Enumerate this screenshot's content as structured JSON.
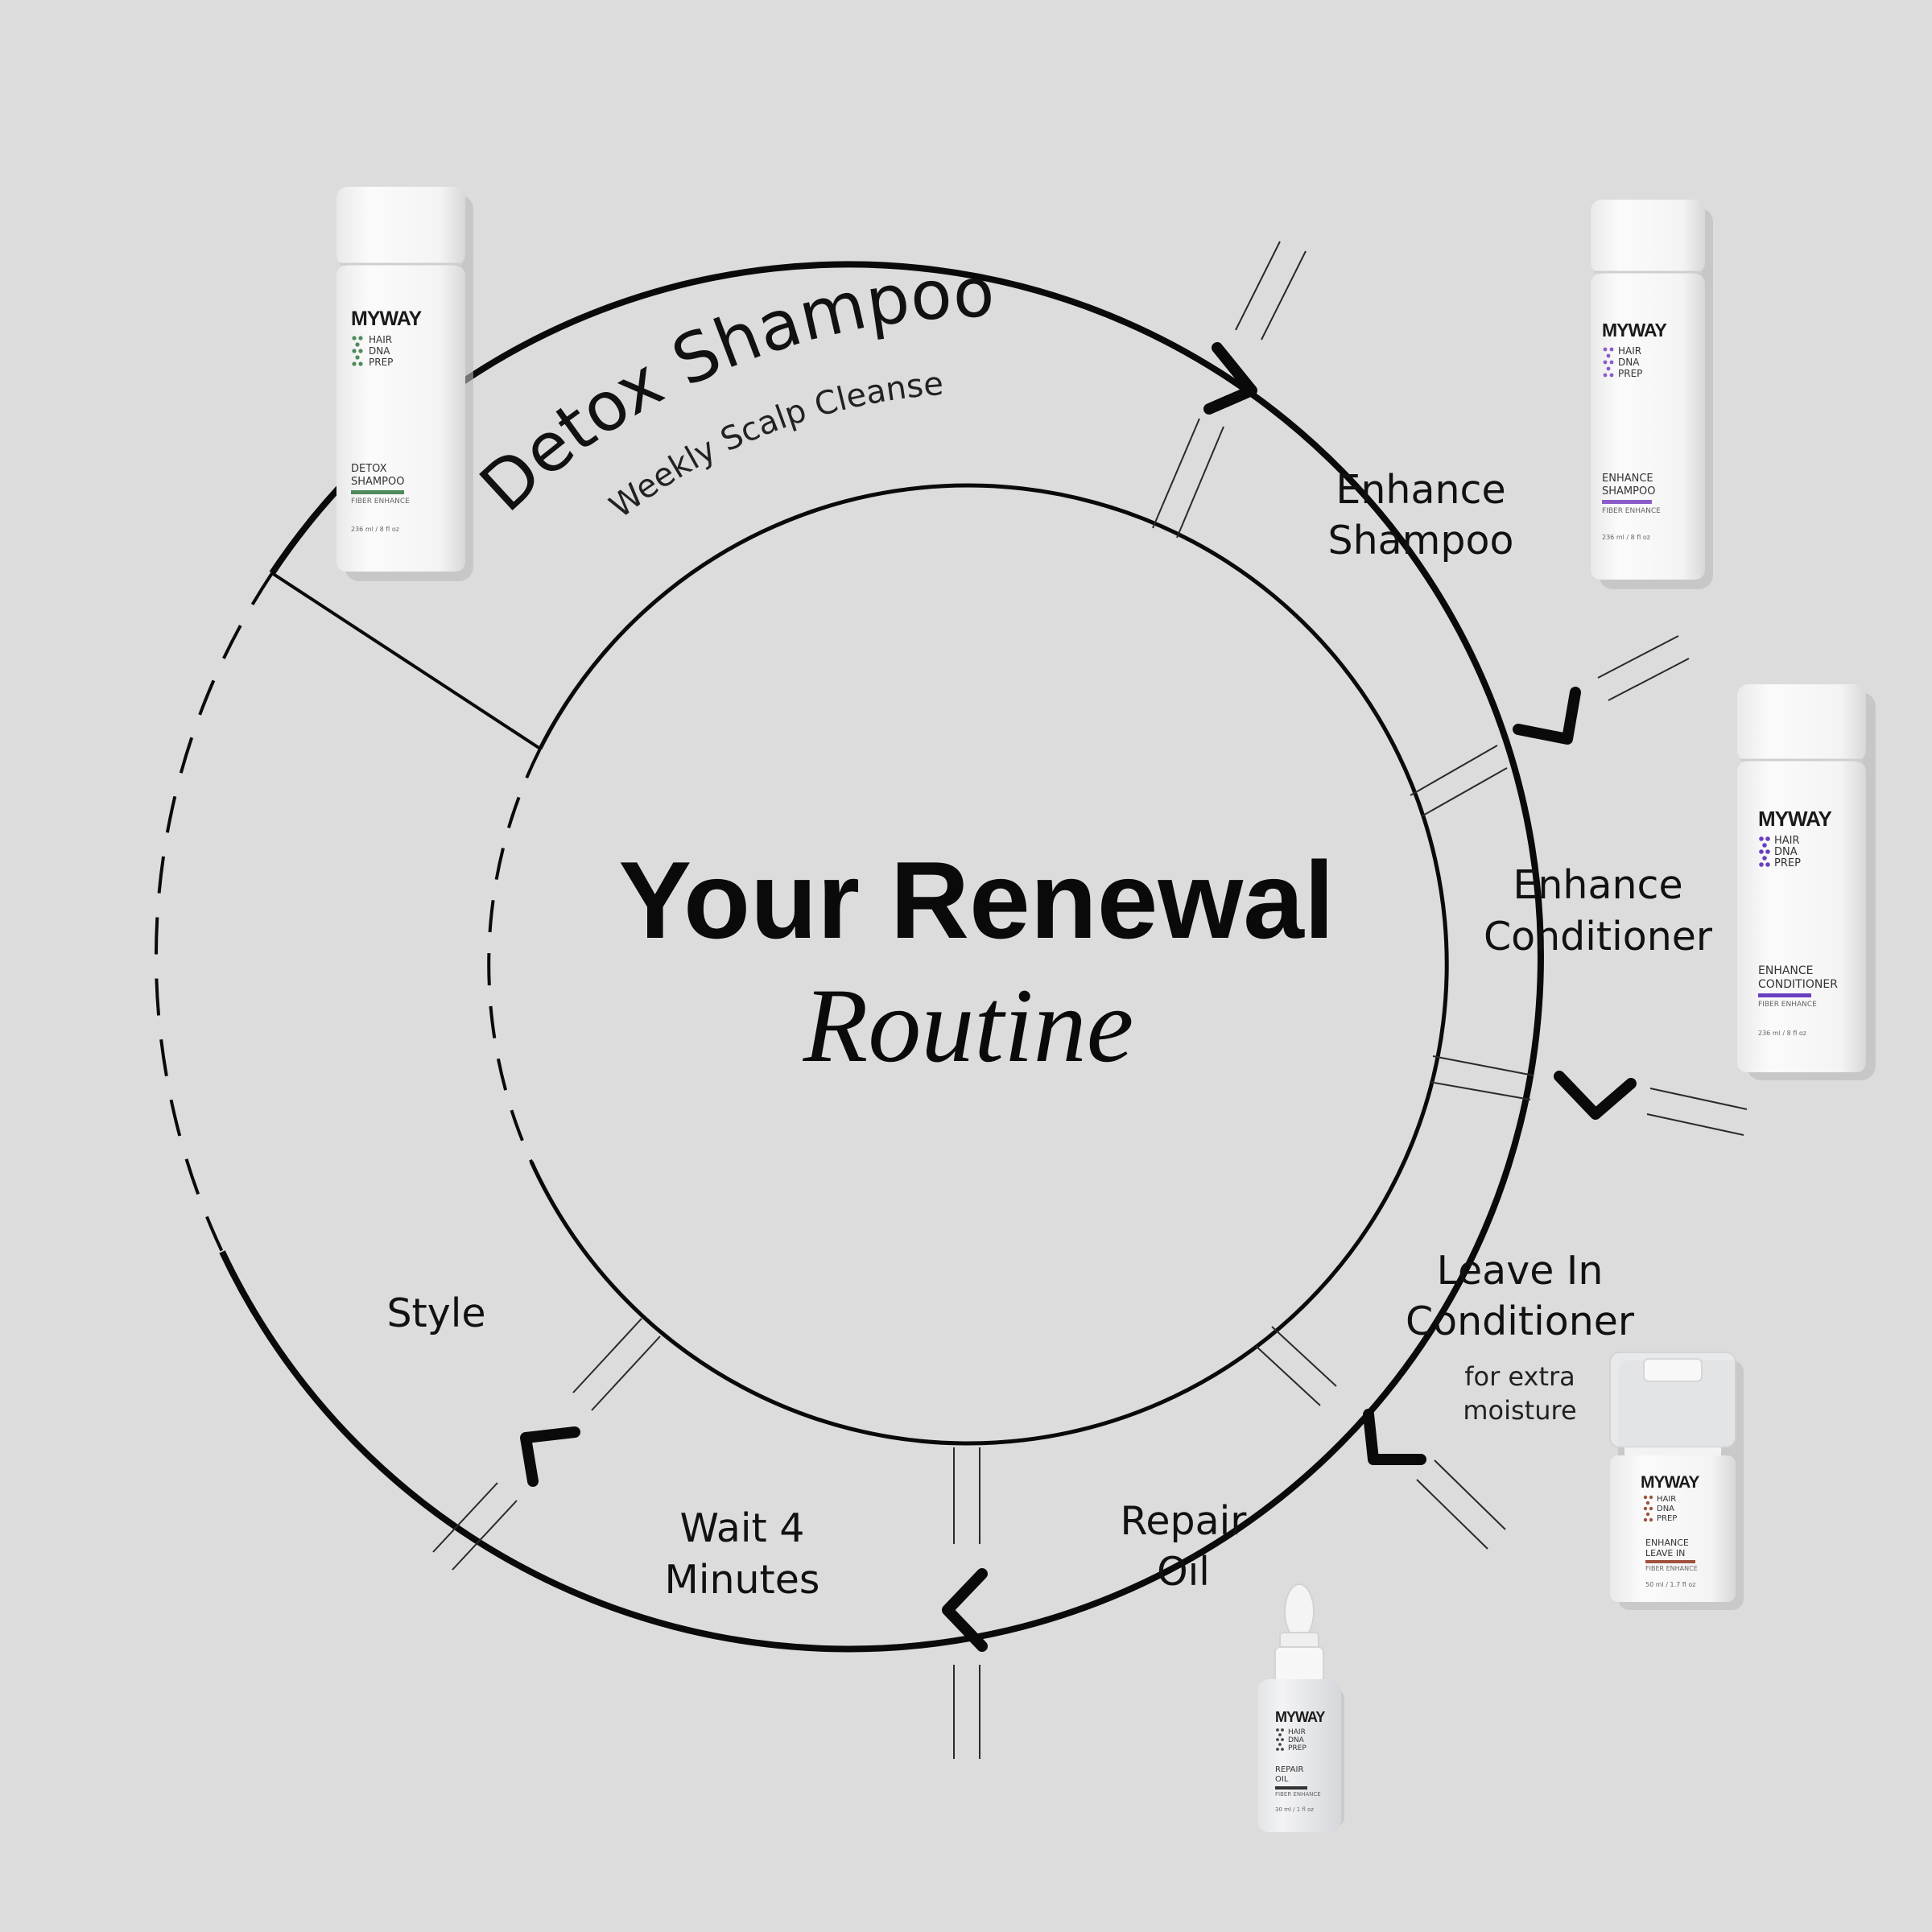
{
  "title": {
    "line1": "Your Renewal",
    "line2": "Routine"
  },
  "detox": {
    "label": "Detox Shampoo",
    "subtitle": "Weekly Scalp Cleanse"
  },
  "steps": {
    "enhance_shampoo": [
      "Enhance",
      "Shampoo"
    ],
    "enhance_conditioner": [
      "Enhance",
      "Conditioner"
    ],
    "leave_in": [
      "Leave In",
      "Conditioner"
    ],
    "leave_in_note": [
      "for extra",
      "moisture"
    ],
    "repair_oil": [
      "Repair",
      "Oil"
    ],
    "wait": [
      "Wait 4",
      "Minutes"
    ],
    "style": "Style"
  },
  "products": {
    "detox_shampoo": {
      "brand": "MYWAY",
      "line": [
        "HAIR",
        "DNA",
        "PREP"
      ],
      "name": [
        "DETOX",
        "SHAMPOO"
      ],
      "variant": "FIBER ENHANCE",
      "size": "236 ml / 8 fl oz",
      "accent": "#4f8a5a"
    },
    "enhance_shampoo": {
      "brand": "MYWAY",
      "line": [
        "HAIR",
        "DNA",
        "PREP"
      ],
      "name": [
        "ENHANCE",
        "SHAMPOO"
      ],
      "variant": "FIBER ENHANCE",
      "size": "236 ml / 8 fl oz",
      "accent": "#8a5cc9"
    },
    "enhance_conditioner": {
      "brand": "MYWAY",
      "line": [
        "HAIR",
        "DNA",
        "PREP"
      ],
      "name": [
        "ENHANCE",
        "CONDITIONER"
      ],
      "variant": "FIBER ENHANCE",
      "size": "236 ml / 8 fl oz",
      "accent": "#6a3fc0"
    },
    "leave_in": {
      "brand": "MYWAY",
      "line": [
        "HAIR",
        "DNA",
        "PREP"
      ],
      "name": [
        "ENHANCE",
        "LEAVE IN"
      ],
      "variant": "FIBER ENHANCE",
      "size": "50 ml / 1.7 fl oz",
      "accent": "#a0523f"
    },
    "repair_oil": {
      "brand": "MYWAY",
      "line": [
        "HAIR",
        "DNA",
        "PREP"
      ],
      "name": [
        "REPAIR",
        "OIL"
      ],
      "variant": "FIBER ENHANCE",
      "size": "30 ml / 1 fl oz",
      "accent": "#333333"
    }
  }
}
